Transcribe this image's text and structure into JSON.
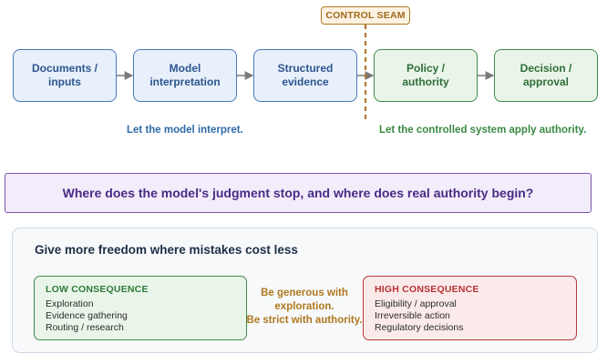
{
  "flow": {
    "boxes": [
      {
        "line1": "Documents /",
        "line2": "inputs"
      },
      {
        "line1": "Model",
        "line2": "interpretation"
      },
      {
        "line1": "Structured",
        "line2": "evidence"
      },
      {
        "line1": "Policy /",
        "line2": "authority"
      },
      {
        "line1": "Decision /",
        "line2": "approval"
      }
    ],
    "seam_label": "CONTROL SEAM",
    "caption_left": "Let the model interpret.",
    "caption_right": "Let the controlled system apply authority."
  },
  "question": "Where does the model's judgment stop, and where does real authority begin?",
  "panel": {
    "title": "Give more freedom where mistakes cost less",
    "low": {
      "title": "LOW CONSEQUENCE",
      "items": [
        "Exploration",
        "Evidence gathering",
        "Routing / research"
      ]
    },
    "middle": {
      "line1": "Be generous with",
      "line2": "exploration.",
      "line3": "Be strict with authority."
    },
    "high": {
      "title": "HIGH CONSEQUENCE",
      "items": [
        "Eligibility / approval",
        "Irreversible action",
        "Regulatory decisions"
      ]
    }
  },
  "colors": {
    "blue": "#4a78b8",
    "green": "#3d8b48",
    "seam": "#b07a22",
    "purple": "#7b53b0",
    "red": "#b63a3a"
  }
}
